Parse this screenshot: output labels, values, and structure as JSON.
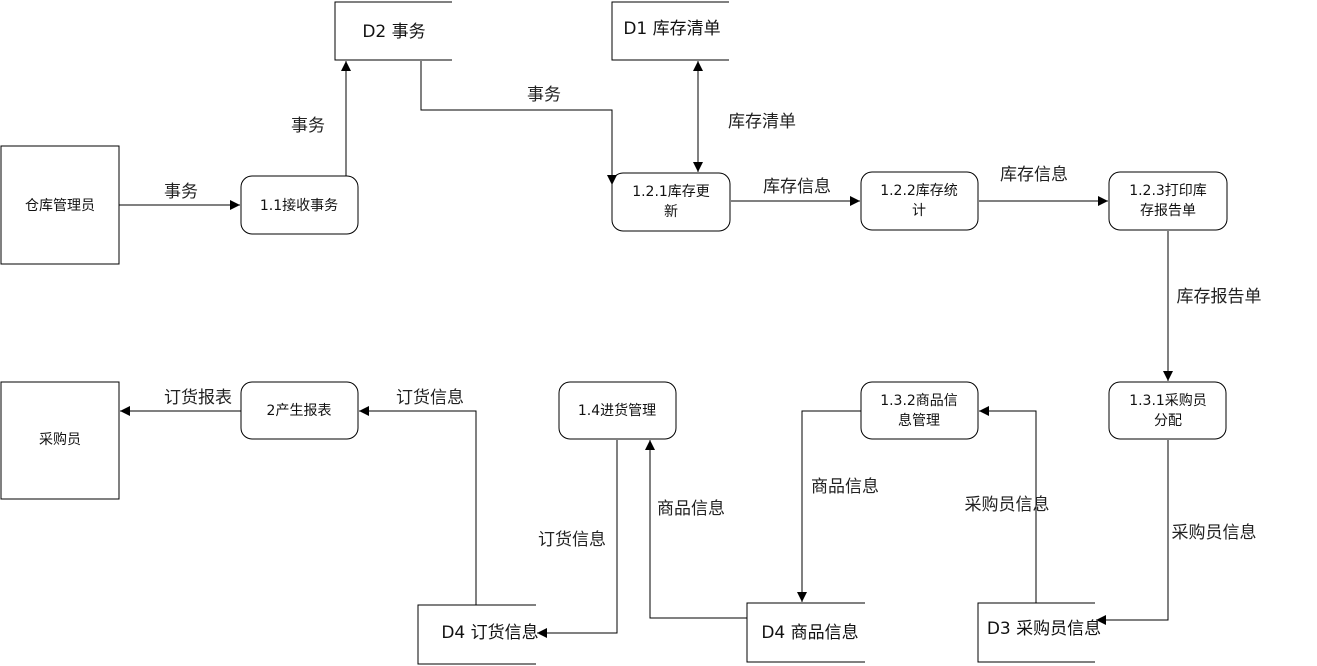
{
  "entities": {
    "warehouse_manager": "仓库管理员",
    "buyer": "采购员"
  },
  "processes": {
    "p1_1": "1.1接收事务",
    "p1_2_1": [
      "1.2.1库存更",
      "新"
    ],
    "p1_2_2": [
      "1.2.2库存统",
      "计"
    ],
    "p1_2_3": [
      "1.2.3打印库",
      "存报告单"
    ],
    "p1_3_1": [
      "1.3.1采购员",
      "分配"
    ],
    "p1_3_2": [
      "1.3.2商品信",
      "息管理"
    ],
    "p1_4": "1.4进货管理",
    "p2": "2产生报表"
  },
  "stores": {
    "d1": "D1 库存清单",
    "d2": "D2 事务",
    "d3": "D3 采购员信息",
    "d4_order": "D4 订货信息",
    "d4_goods": "D4 商品信息"
  },
  "flows": {
    "mgr_to_receive": "事务",
    "receive_to_d2": "事务",
    "d2_to_update": "事务",
    "d1_update": "库存清单",
    "update_to_stat": "库存信息",
    "stat_to_print": "库存信息",
    "print_to_assign": "库存报告单",
    "assign_to_d3": "采购员信息",
    "d3_to_goodsmgmt": "采购员信息",
    "goodsmgmt_to_d4": "商品信息",
    "d4_to_purchase": "商品信息",
    "purchase_to_d4order": "订货信息",
    "d4order_to_report": "订货信息",
    "report_to_buyer": "订货报表"
  }
}
